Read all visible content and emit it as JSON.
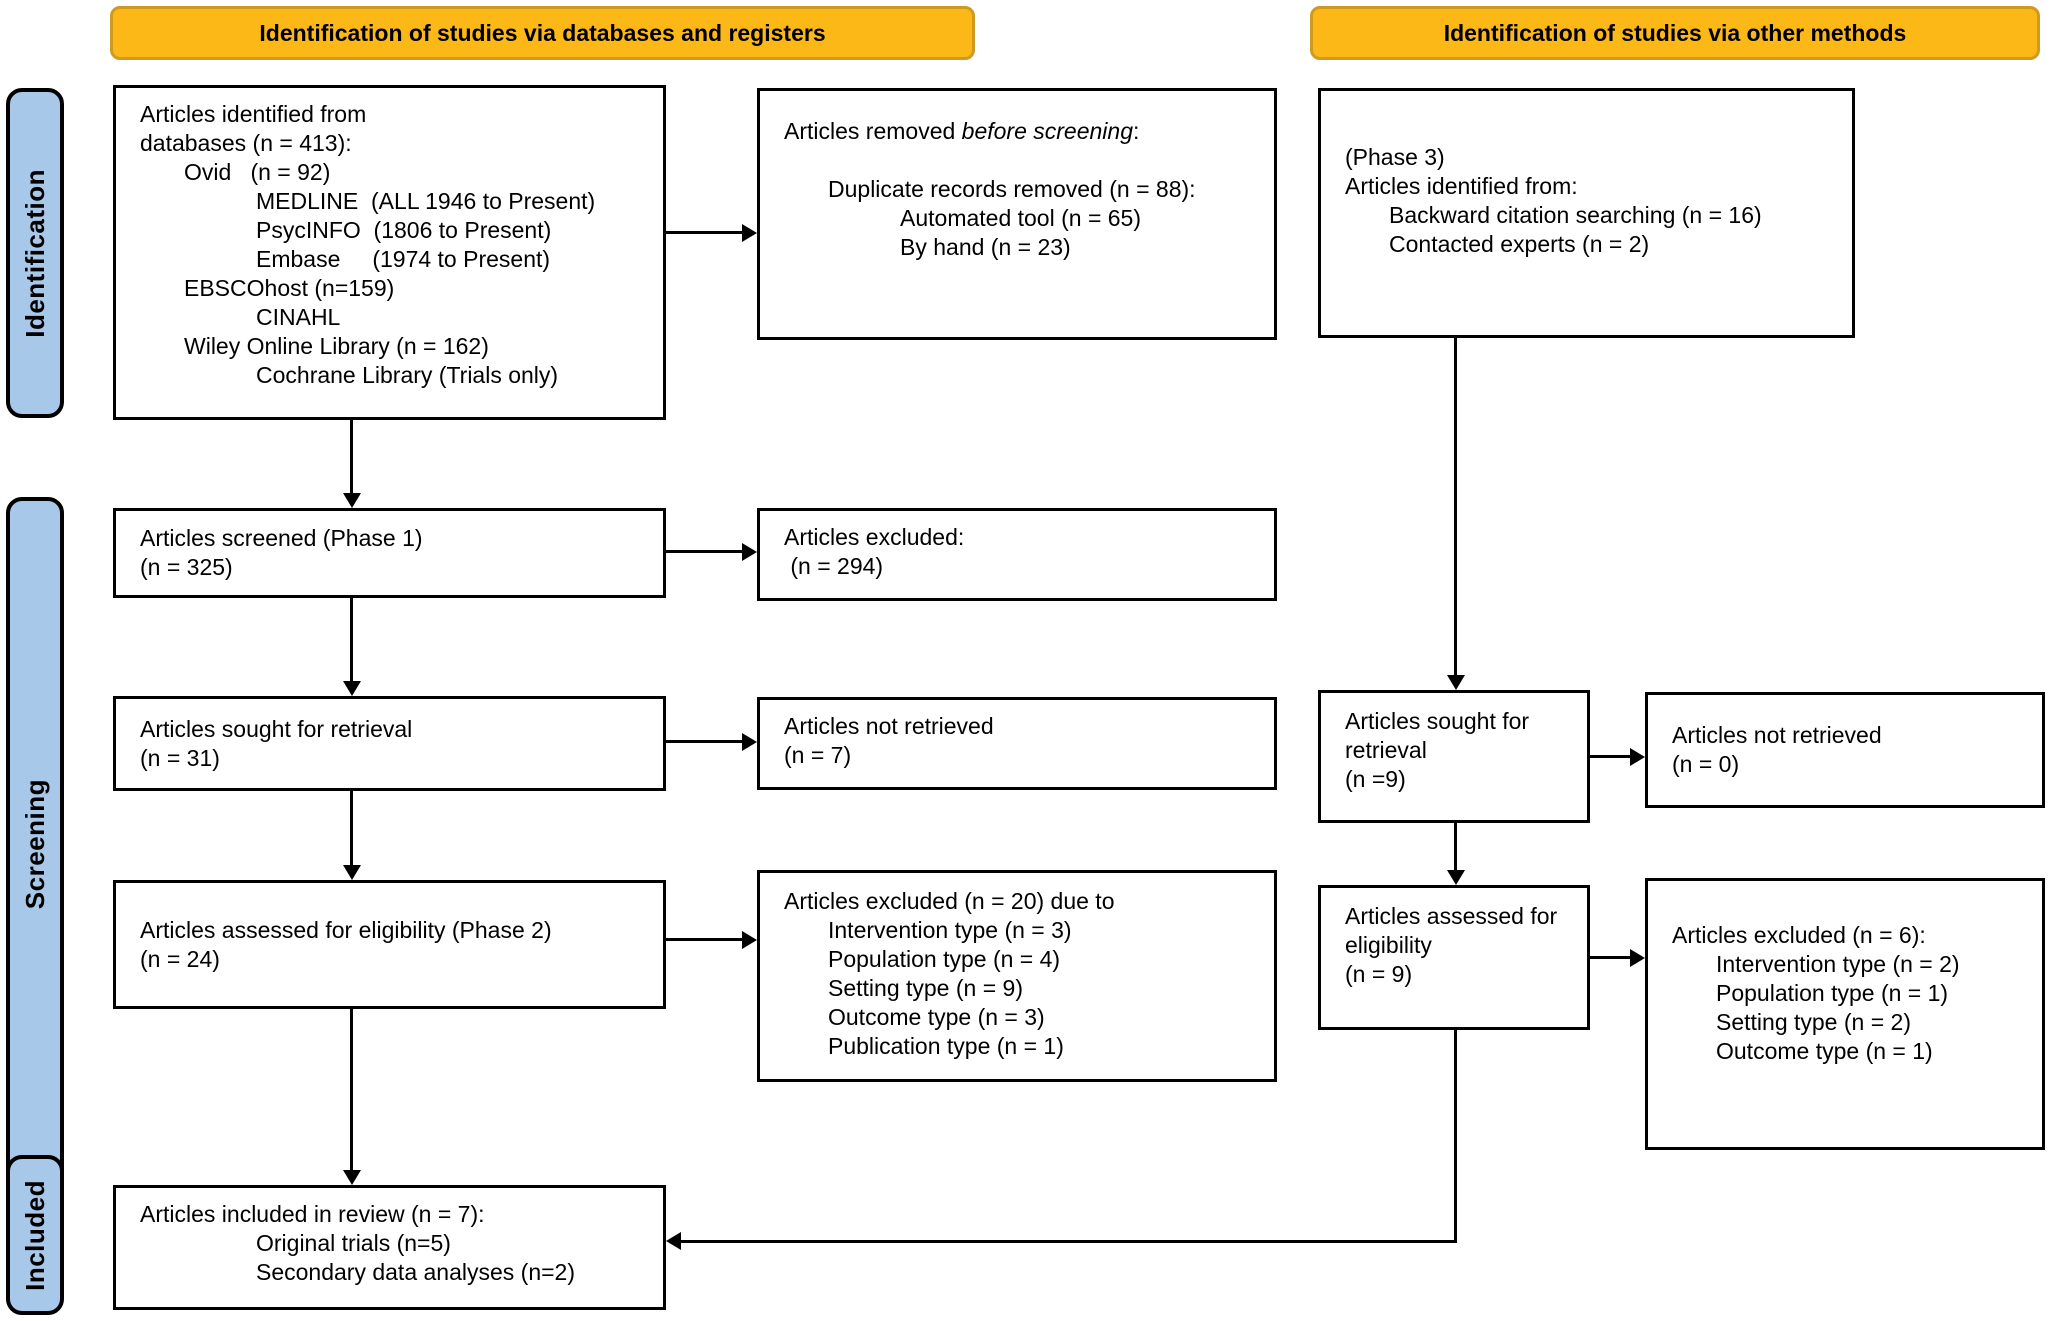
{
  "banners": {
    "left": "Identification of studies via databases and registers",
    "right": "Identification of studies via other methods"
  },
  "stages": {
    "identification": "Identification",
    "screening": "Screening",
    "included": "Included"
  },
  "colors": {
    "banner_fill": "#FBB817",
    "banner_border": "#CE9A1F",
    "stage_fill": "#A8C8EA",
    "box_border": "#000000"
  },
  "boxes": {
    "identified": {
      "l1": "Articles identified from",
      "l2": "databases (n = 413):",
      "l3": "Ovid   (n = 92)",
      "l4": "MEDLINE  (ALL 1946 to Present)",
      "l5": "PsycINFO  (1806 to Present)",
      "l6": "Embase     (1974 to Present)",
      "l7": "EBSCOhost (n=159)",
      "l8": "CINAHL",
      "l9": "Wiley Online Library (n = 162)",
      "l10": "Cochrane Library (Trials only)"
    },
    "removed": {
      "prefix": "Articles removed ",
      "italic": "before screening",
      "suffix": ":",
      "l2": "Duplicate records removed (n = 88):",
      "l3": "Automated tool (n = 65)",
      "l4": "By hand (n = 23)"
    },
    "other_identified": {
      "l1": "(Phase 3)",
      "l2": "Articles identified from:",
      "l3": "Backward citation searching (n = 16)",
      "l4": "Contacted experts (n = 2)"
    },
    "screened": {
      "l1": "Articles screened (Phase 1)",
      "l2": "(n = 325)"
    },
    "excluded_screening": {
      "l1": "Articles excluded:",
      "l2": " (n = 294)"
    },
    "sought": {
      "l1": "Articles sought for retrieval",
      "l2": "(n = 31)"
    },
    "not_retrieved": {
      "l1": "Articles not retrieved",
      "l2": "(n = 7)"
    },
    "assessed": {
      "l1": "Articles assessed for eligibility (Phase 2)",
      "l2": "(n = 24)"
    },
    "excluded_eligibility": {
      "l1": "Articles excluded (n = 20) due to",
      "l2": "Intervention type (n = 3)",
      "l3": "Population type (n = 4)",
      "l4": "Setting type (n = 9)",
      "l5": "Outcome type (n = 3)",
      "l6": "Publication type (n = 1)"
    },
    "included": {
      "l1": "Articles included in review (n = 7):",
      "l2": "Original trials (n=5)",
      "l3": "Secondary data analyses (n=2)"
    },
    "sought_other": {
      "l1": "Articles sought for",
      "l2": "retrieval",
      "l3": "(n =9)"
    },
    "not_retrieved_other": {
      "l1": "Articles not retrieved",
      "l2": "(n = 0)"
    },
    "assessed_other": {
      "l1": "Articles assessed for",
      "l2": "eligibility",
      "l3": "(n = 9)"
    },
    "excluded_other": {
      "l1": "Articles excluded (n = 6):",
      "l2": "Intervention type (n = 2)",
      "l3": "Population type (n = 1)",
      "l4": "Setting type (n = 2)",
      "l5": "Outcome type (n = 1)"
    }
  }
}
